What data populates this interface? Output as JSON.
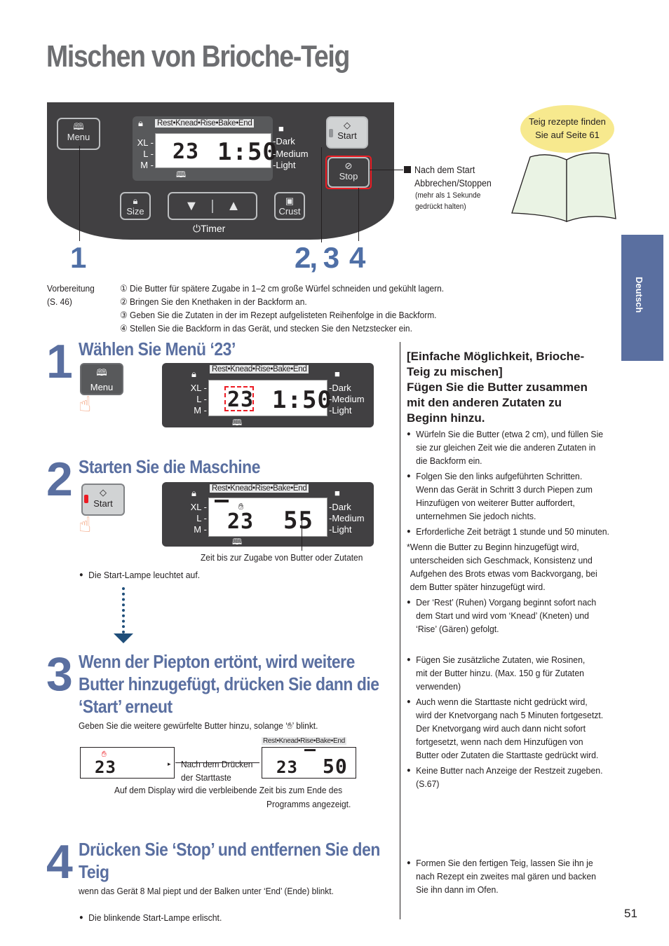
{
  "page": {
    "title": "Mischen von Brioche-Teig",
    "page_number": "51",
    "side_tab": "Deutsch"
  },
  "panel": {
    "menu": "Menu",
    "start": "Start",
    "stop": "Stop",
    "size": "Size",
    "crust": "Crust",
    "timer": "Timer",
    "strip": "Rest•Knead•Rise•Bake•End",
    "sizes": [
      "XL -",
      "L -",
      "M -"
    ],
    "crusts": [
      "-Dark",
      "-Medium",
      "-Light"
    ],
    "menu_no": "23",
    "time": "1:50",
    "callout_numbers": {
      "one": "1",
      "two_three": "2, 3",
      "four": "4"
    }
  },
  "callout": {
    "book_text_1": "Teig rezepte finden",
    "book_text_2": "Sie auf Seite 61",
    "stop_title_1": "Nach dem Start",
    "stop_title_2": "Abbrechen/Stoppen",
    "stop_sub_1": "(mehr als 1 Sekunde",
    "stop_sub_2": "gedrückt halten)"
  },
  "prep": {
    "label_1": "Vorbereitung",
    "label_2": "(S. 46)",
    "items": [
      "① Die Butter für spätere Zugabe in 1–2 cm große Würfel schneiden und gekühlt lagern.",
      "② Bringen Sie den Knethaken in der Backform an.",
      "③ Geben Sie die Zutaten in der im Rezept aufgelisteten Reihenfolge in die Backform.",
      "④ Stellen Sie die Backform in das Gerät, und stecken Sie den Netzstecker ein."
    ]
  },
  "steps": [
    {
      "num": "1",
      "heading": "Wählen Sie Menü ‘23’",
      "display_menu": "23",
      "display_time": "1:50"
    },
    {
      "num": "2",
      "heading": "Starten Sie die Maschine",
      "display_menu": "23",
      "display_time": "55",
      "caption": "Zeit bis zur Zugabe von Butter oder Zutaten",
      "note": "Die Start-Lampe leuchtet auf."
    },
    {
      "num": "3",
      "heading_1": "Wenn der Piepton ertönt, wird weitere",
      "heading_2": "Butter hinzugefügt, drücken Sie dann die",
      "heading_3": "‘Start’ erneut",
      "text_a": "Geben Sie die weitere gewürfelte Butter hinzu, solange ‘",
      "text_b": "’ blinkt.",
      "arrow_text_1": "Nach dem Drücken",
      "arrow_text_2": "der Starttaste",
      "display_a": "23",
      "display_b_menu": "23",
      "display_b_time": "50",
      "strip": "Rest•Knead•Rise•Bake•End",
      "caption_1": "Auf dem Display wird die verbleibende Zeit bis zum Ende des",
      "caption_2": "Programms angezeigt."
    },
    {
      "num": "4",
      "heading_1": "Drücken Sie ‘Stop’ und entfernen Sie den",
      "heading_2": "Teig",
      "text": "wenn das Gerät 8 Mal piept und der Balken unter ‘End’ (Ende) blinkt.",
      "note": "Die blinkende Start-Lampe erlischt."
    }
  ],
  "right_column": {
    "head_1": "[Einfache Möglichkeit, Brioche-",
    "head_2": "Teig zu mischen]",
    "head_3": "Fügen Sie die Butter zusammen",
    "head_4": "mit den anderen Zutaten zu",
    "head_5": "Beginn hinzu.",
    "b1": [
      "Würfeln Sie die Butter (etwa 2 cm), und füllen Sie",
      "sie zur gleichen Zeit wie die anderen Zutaten in",
      "die Backform ein."
    ],
    "b2": [
      "Folgen Sie den links aufgeführten Schritten.",
      "Wenn das Gerät in Schritt 3 durch Piepen zum",
      "Hinzufügen von weiterer Butter auffordert,",
      "unternehmen Sie jedoch nichts."
    ],
    "b3": [
      "Erforderliche Zeit beträgt 1 stunde und 50 minuten."
    ],
    "star": [
      "*Wenn die Butter zu Beginn hinzugefügt wird,",
      "unterscheiden sich Geschmack, Konsistenz und",
      "Aufgehen des Brots etwas vom Backvorgang, bei",
      "dem Butter später hinzugefügt wird."
    ],
    "b4": [
      "Der ‘Rest’ (Ruhen) Vorgang beginnt sofort nach",
      "dem Start und wird vom ‘Knead’ (Kneten) und",
      "‘Rise’ (Gären) gefolgt."
    ],
    "b5": [
      "Fügen Sie zusätzliche Zutaten, wie Rosinen,",
      "mit der Butter hinzu. (Max. 150 g für Zutaten",
      "verwenden)"
    ],
    "b6": [
      "Auch wenn die Starttaste nicht gedrückt wird,",
      "wird der Knetvorgang nach 5 Minuten fortgesetzt.",
      "Der Knetvorgang wird auch dann nicht sofort",
      "fortgesetzt, wenn nach dem Hinzufügen von",
      "Butter oder Zutaten die Starttaste gedrückt wird."
    ],
    "b7": [
      "Keine Butter nach Anzeige der Restzeit zugeben.",
      "(S.67)"
    ],
    "b8": [
      "Formen Sie den fertigen Teig, lassen Sie ihn je",
      "nach Rezept ein zweites mal gären und backen",
      "Sie ihn dann im Ofen."
    ]
  },
  "colors": {
    "accent": "#5a6fa0",
    "title": "#6d6e71",
    "panel": "#414042",
    "highlight": "#ed1c24",
    "bubble": "#f7e98e"
  },
  "icons": [
    "book-icon",
    "lock-icon",
    "start-diamond-icon",
    "stop-icon",
    "crust-icon",
    "timer-icon",
    "hand-icon",
    "butter-icon"
  ]
}
